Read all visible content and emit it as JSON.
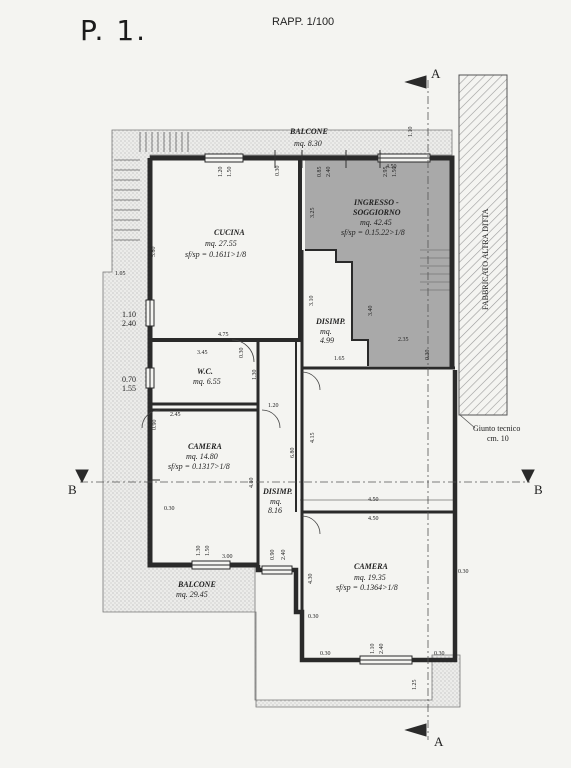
{
  "header": {
    "page_label": "P. 1.",
    "scale": "RAPP. 1/100"
  },
  "section_marks": {
    "a_top": "A",
    "a_bottom": "A",
    "b_left": "B",
    "b_right": "B"
  },
  "rooms": {
    "balcone_top": {
      "name": "BALCONE",
      "area": "mq. 8.30"
    },
    "cucina": {
      "name": "CUCINA",
      "area": "mq. 27.55",
      "ratio": "sf/sp = 0.1611>1/8"
    },
    "ingresso": {
      "name1": "INGRESSO -",
      "name2": "SOGGIORNO",
      "area": "mq. 42.45",
      "ratio": "sf/sp = 0.15.22>1/8"
    },
    "disimp_top": {
      "name": "DISIMP.",
      "area1": "mq.",
      "area2": "4.99"
    },
    "wc": {
      "name": "W.C.",
      "area": "mq. 6.55"
    },
    "camera_left": {
      "name": "CAMERA",
      "area": "mq. 14.80",
      "ratio": "sf/sp = 0.1317>1/8"
    },
    "disimp_mid": {
      "name": "DISIMP.",
      "area1": "mq.",
      "area2": "8.16"
    },
    "camera_right": {
      "name": "CAMERA",
      "area": "mq. 19.35",
      "ratio": "sf/sp = 0.1364>1/8"
    },
    "balcone_bottom": {
      "name": "BALCONE",
      "area": "mq. 29.45"
    }
  },
  "annotations": {
    "fabbricato": "FABBRICATO ALTRA DITTA",
    "giunto1": "Giunto tecnico",
    "giunto2": "cm. 10"
  },
  "dims": {
    "d_110_top": "1.10",
    "d_120_cuc": "1.20",
    "d_150_cuc": "1.50",
    "d_030_cuc": "0.30",
    "d_085": "0.85",
    "d_240_ing": "2.40",
    "d_295": "2.95",
    "d_150_ing": "1.50",
    "d_450_ing": "4.50",
    "d_325": "3.25",
    "d_580": "5.80",
    "d_105": "1.05",
    "d_110_win": "1.10",
    "d_240_win": "2.40",
    "d_310": "3.10",
    "d_340": "3.40",
    "d_475": "4.75",
    "d_235": "2.35",
    "d_030_ing": "0.30",
    "d_165": "1.65",
    "d_345": "3.45",
    "d_030_wc": "0.30",
    "d_070": "0.70",
    "d_155": "1.55",
    "d_130": "1.30",
    "d_120_cor": "1.20",
    "d_245": "2.45",
    "d_090_cam": "0.90",
    "d_415": "4.15",
    "d_680": "6.80",
    "d_480": "4.80",
    "d_030_cam": "0.30",
    "d_450_b1": "4.50",
    "d_450_b2": "4.50",
    "d_130_b": "1.30",
    "d_150_b": "1.50",
    "d_300": "3.00",
    "d_090_dis": "0.90",
    "d_240_dis": "2.40",
    "d_430": "4.30",
    "d_030_r": "0.30",
    "d_030_br": "0.30",
    "d_030_bl": "0.30",
    "d_030_bc": "0.30",
    "d_110_b": "1.10",
    "d_240_b": "2.40",
    "d_125": "1.25"
  },
  "colors": {
    "wall": "#2a2a2a",
    "hatch": "#9a9a9a",
    "highlight": "#a9a9a9",
    "paper": "#f4f4f1"
  }
}
